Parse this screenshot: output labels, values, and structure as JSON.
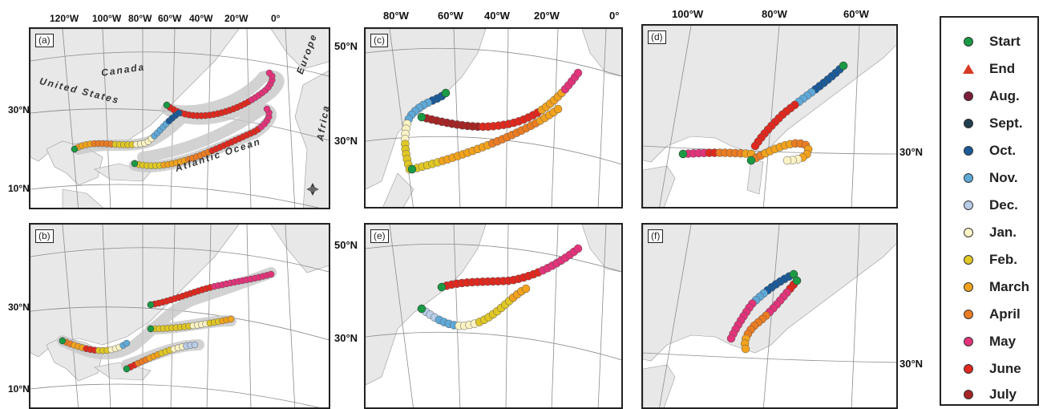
{
  "colors": {
    "start": "#1a9a45",
    "end": "#d63a24",
    "aug": "#7b1e38",
    "sept": "#1f3e4e",
    "oct": "#1a5a98",
    "nov": "#5fa9d8",
    "dec": "#b8cce6",
    "jan": "#fbf3c4",
    "feb": "#e0c725",
    "march": "#f2a21c",
    "april": "#ec7c22",
    "may": "#e3337a",
    "june": "#e0281e",
    "july": "#a62424",
    "land": "#e8e8e8",
    "water": "#ffffff",
    "buffer": "#c7c7c7",
    "grid": "#8c8c8c"
  },
  "legend": [
    {
      "key": "start",
      "label": "Start",
      "symbol": "dot"
    },
    {
      "key": "end",
      "label": "End",
      "symbol": "triangle"
    },
    {
      "key": "aug",
      "label": "Aug.",
      "symbol": "dot"
    },
    {
      "key": "sept",
      "label": "Sept.",
      "symbol": "dot"
    },
    {
      "key": "oct",
      "label": "Oct.",
      "symbol": "dot"
    },
    {
      "key": "nov",
      "label": "Nov.",
      "symbol": "dot"
    },
    {
      "key": "dec",
      "label": "Dec.",
      "symbol": "dot"
    },
    {
      "key": "jan",
      "label": "Jan.",
      "symbol": "dot"
    },
    {
      "key": "feb",
      "label": "Feb.",
      "symbol": "dot"
    },
    {
      "key": "march",
      "label": "March",
      "symbol": "dot"
    },
    {
      "key": "april",
      "label": "April",
      "symbol": "dot"
    },
    {
      "key": "may",
      "label": "May",
      "symbol": "dot"
    },
    {
      "key": "june",
      "label": "June",
      "symbol": "dot"
    },
    {
      "key": "july",
      "label": "July",
      "symbol": "dot"
    }
  ],
  "panels": {
    "a": {
      "label": "(a)",
      "lon_labels": [
        "120°W",
        "100°W",
        "80°W",
        "60°W",
        "40°W",
        "20°W",
        "0°"
      ],
      "lat_labels": [
        "30°N",
        "10°N"
      ],
      "place_labels": {
        "canada": "Canada",
        "us": "United States",
        "atlantic": "Atlantic Ocean",
        "europe": "Europe",
        "africa": "Africa"
      }
    },
    "b": {
      "label": "(b)",
      "lat_labels": [
        "30°N",
        "10°N"
      ]
    },
    "c": {
      "label": "(c)",
      "lon_labels": [
        "80°W",
        "60°W",
        "40°W",
        "20°W",
        "0°"
      ],
      "lat_labels": [
        "50°N",
        "30°N"
      ]
    },
    "d": {
      "label": "(d)",
      "lon_labels": [
        "100°W",
        "80°W",
        "60°W"
      ],
      "lat_labels": [
        "30°N"
      ]
    },
    "e": {
      "label": "(e)",
      "lat_labels": [
        "50°N",
        "30°N"
      ]
    },
    "f": {
      "label": "(f)",
      "lat_labels": [
        "30°N"
      ]
    }
  }
}
